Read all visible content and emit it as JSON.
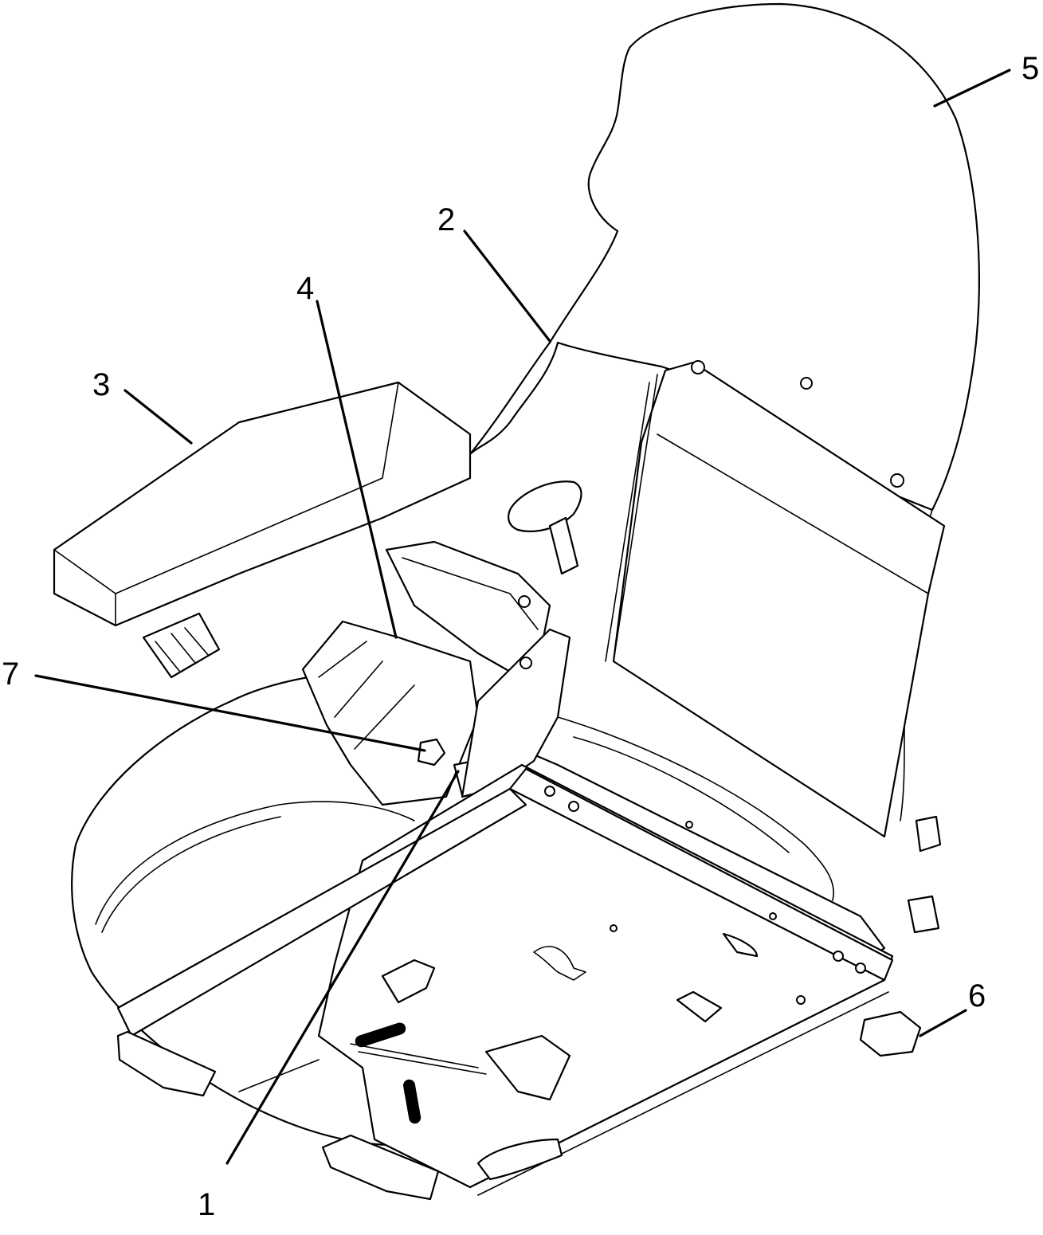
{
  "figure": {
    "subject": "seat-assembly-exploded-view",
    "callouts": [
      {
        "id": "1",
        "label": "1"
      },
      {
        "id": "2",
        "label": "2"
      },
      {
        "id": "3",
        "label": "3"
      },
      {
        "id": "4",
        "label": "4"
      },
      {
        "id": "5",
        "label": "5"
      },
      {
        "id": "6",
        "label": "6"
      },
      {
        "id": "7",
        "label": "7"
      }
    ]
  },
  "colors": {
    "line": "#000000",
    "paper": "#ffffff"
  }
}
